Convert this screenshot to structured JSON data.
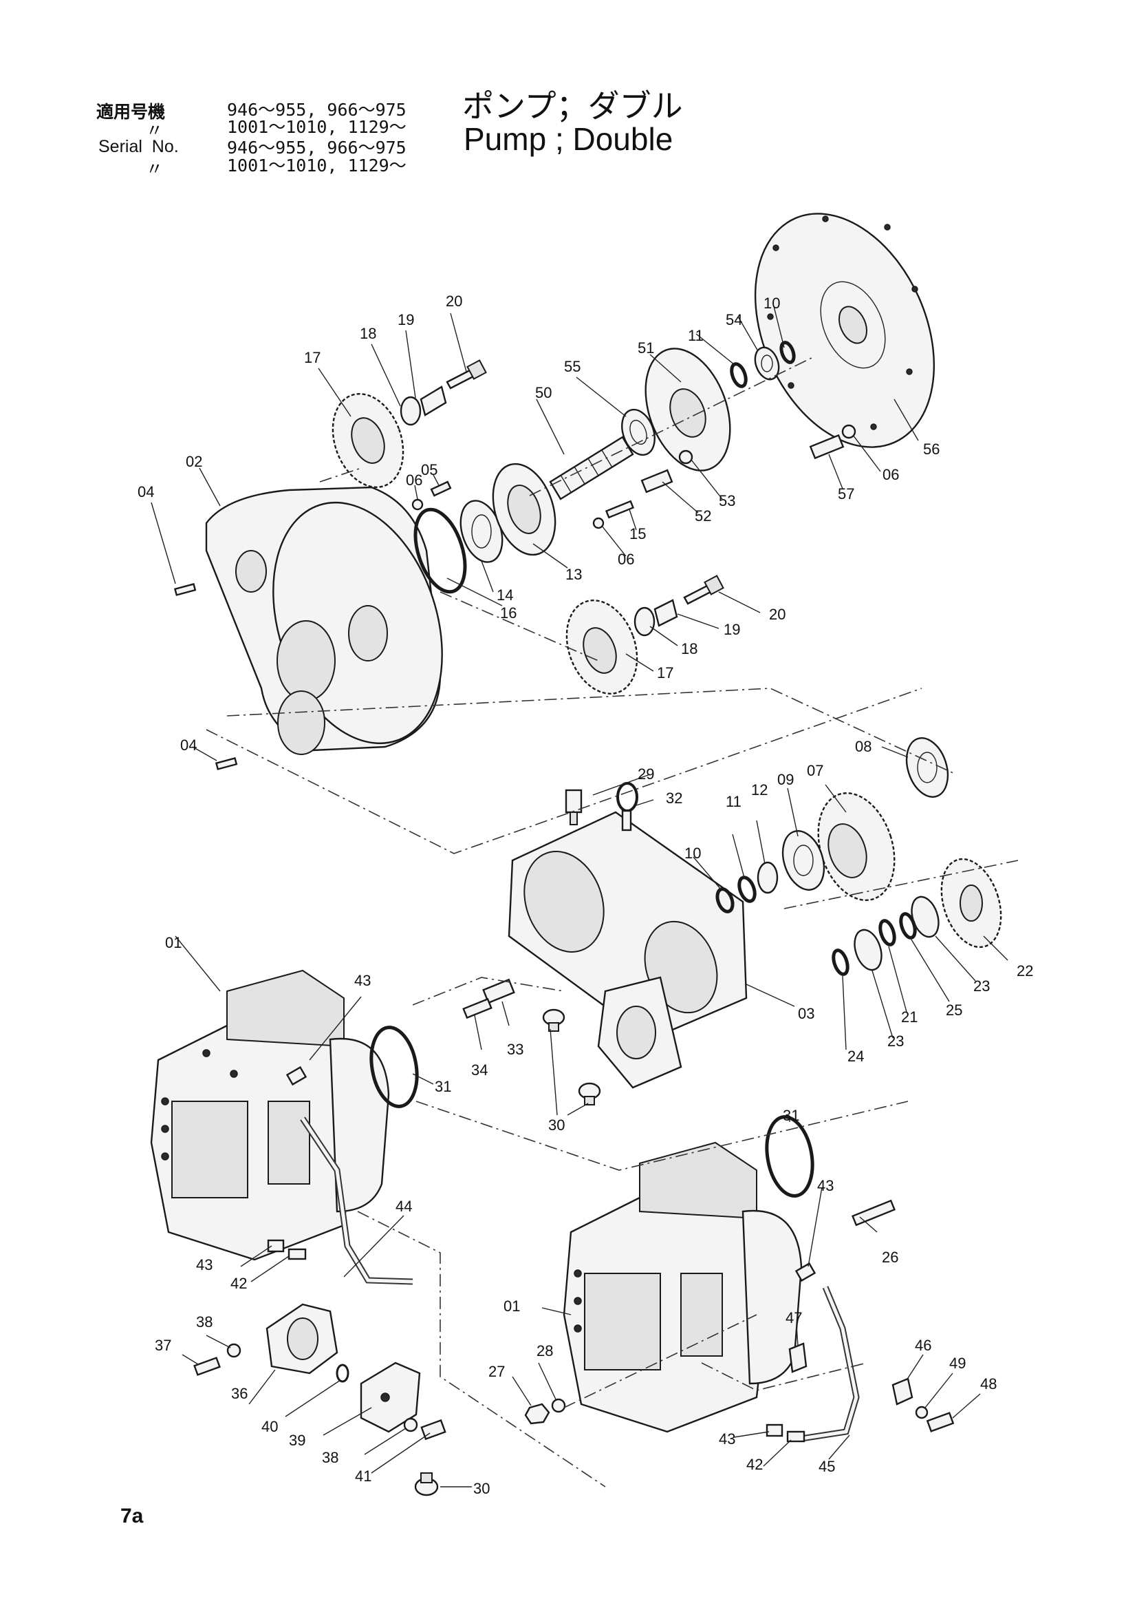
{
  "header": {
    "applicable_label": "適用号機",
    "ditto_1": "〃",
    "serial_label": "Serial  No.",
    "ditto_2": "〃",
    "serial_line_1": "946～955, 966～975",
    "serial_line_2": "1001～1010, 1129～",
    "serial_line_3": "946～955, 966～975",
    "serial_line_4": "1001～1010, 1129～"
  },
  "title": {
    "japanese": "ポンプ；ダブル",
    "english": "Pump ; Double"
  },
  "page_number": "7a",
  "part_labels": [
    "20",
    "19",
    "18",
    "17",
    "10",
    "54",
    "11",
    "51",
    "55",
    "50",
    "02",
    "04",
    "06",
    "05",
    "16",
    "14",
    "13",
    "06",
    "15",
    "52",
    "53",
    "57",
    "06",
    "56",
    "20",
    "19",
    "18",
    "17",
    "04",
    "08",
    "07",
    "29",
    "32",
    "09",
    "12",
    "11",
    "10",
    "22",
    "23",
    "25",
    "21",
    "23",
    "24",
    "01",
    "43",
    "03",
    "33",
    "34",
    "31",
    "30",
    "31",
    "43",
    "26",
    "44",
    "43",
    "42",
    "01",
    "38",
    "37",
    "36",
    "40",
    "39",
    "38",
    "41",
    "30",
    "28",
    "27",
    "47",
    "46",
    "49",
    "48",
    "43",
    "42",
    "45"
  ]
}
